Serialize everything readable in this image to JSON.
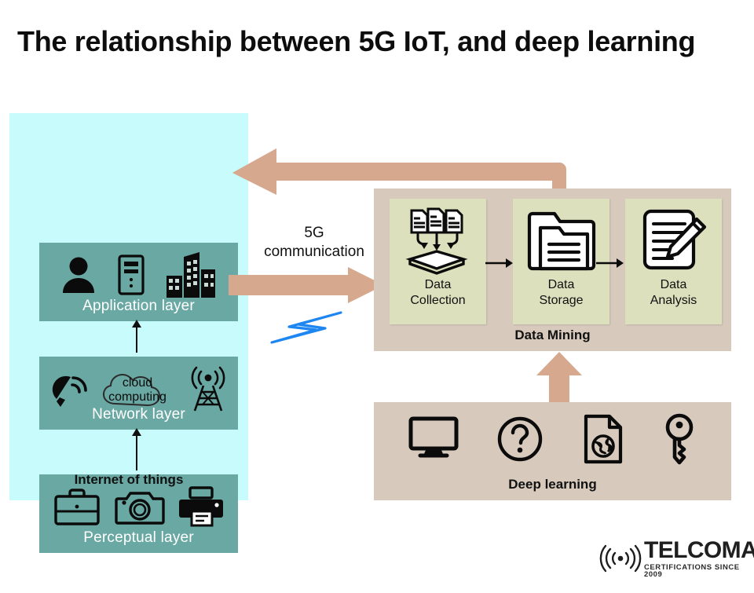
{
  "page": {
    "title": "The relationship between 5G IoT, and deep learning",
    "background_color": "#ffffff"
  },
  "colors": {
    "iot_panel": "#c8fcfc",
    "layer_box": "#6aa8a3",
    "arrow_tan": "#d6a98f",
    "mining_panel": "#d7cabd",
    "mining_card": "#dce0bd",
    "bolt_blue": "#1e86f0",
    "text_dark": "#111111",
    "layer_label": "#ffffff"
  },
  "iot": {
    "caption": "Internet of things",
    "layers": [
      {
        "id": "application",
        "label": "Application layer",
        "icons": [
          "user-icon",
          "server-tower-icon",
          "office-buildings-icon"
        ]
      },
      {
        "id": "network",
        "label": "Network layer",
        "icons": [
          "satellite-dish-icon",
          "cloud-computing-icon",
          "radio-tower-icon"
        ],
        "cloud_text_line1": "cloud",
        "cloud_text_line2": "computing"
      },
      {
        "id": "perceptual",
        "label": "Perceptual layer",
        "icons": [
          "briefcase-icon",
          "camera-icon",
          "printer-icon"
        ]
      }
    ]
  },
  "communication": {
    "label_line1": "5G",
    "label_line2": "communication",
    "arrow_icon": "right-arrow-icon",
    "bolt_icon": "lightning-bolt-icon"
  },
  "return_flow": {
    "arrow_icon": "elbow-left-arrow-icon"
  },
  "mining": {
    "caption": "Data Mining",
    "cards": [
      {
        "label_line1": "Data",
        "label_line2": "Collection",
        "icon": "documents-to-tray-icon"
      },
      {
        "label_line1": "Data",
        "label_line2": "Storage",
        "icon": "folder-files-icon"
      },
      {
        "label_line1": "Data",
        "label_line2": "Analysis",
        "icon": "document-pencil-icon"
      }
    ],
    "connector_icons": [
      "small-right-arrow-icon",
      "small-right-arrow-icon"
    ]
  },
  "deep_learning": {
    "caption": "Deep learning",
    "up_arrow_icon": "up-arrow-icon",
    "icons": [
      "monitor-icon",
      "question-mark-circle-icon",
      "globe-document-icon",
      "key-icon"
    ]
  },
  "logo": {
    "icon": "signal-waves-icon",
    "name": "TELCOMA",
    "tagline": "CERTIFICATIONS SINCE 2009"
  }
}
